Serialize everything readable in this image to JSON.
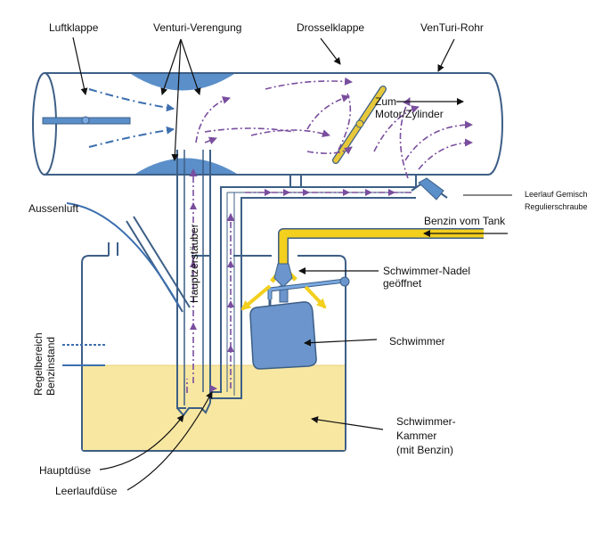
{
  "labels": {
    "luftklappe": "Luftklappe",
    "venturi_verengung": "Venturi-Verengung",
    "drosselklappe": "Drosselklappe",
    "venturi_rohr": "VenTuri-Rohr",
    "zum_motor_1": "Zum",
    "zum_motor_2": "Motor/Zylinder",
    "leerlauf_1": "Leerlauf Gemisch",
    "leerlauf_2": "Regulierschraube",
    "aussenluft": "Aussenluft",
    "benzin_vom_tank": "Benzin vom Tank",
    "hauptzerstaeuber": "Hauptzerstäuber",
    "schwimmer_nadel_1": "Schwimmer-Nadel",
    "schwimmer_nadel_2": "geöffnet",
    "schwimmer": "Schwimmer",
    "regelbereich_1": "Regelbereich",
    "regelbereich_2": "Benzinstand",
    "kammer_1": "Schwimmer-",
    "kammer_2": "Kammer",
    "kammer_3": "(mit Benzin)",
    "hauptduese": "Hauptdüse",
    "leerlaufduese": "Leerlaufdüse"
  },
  "colors": {
    "outline": "#3d5f86",
    "pipe_fill": "#ffffff",
    "venturi_blue": "#5b8fc9",
    "fuel": "#f8e7a1",
    "fuel_yellow": "#f3cf1e",
    "throttle_yellow": "#e7c83a",
    "flow_purple": "#7a4e9e",
    "part_blue": "#6b95cc",
    "label_text": "#111111"
  }
}
